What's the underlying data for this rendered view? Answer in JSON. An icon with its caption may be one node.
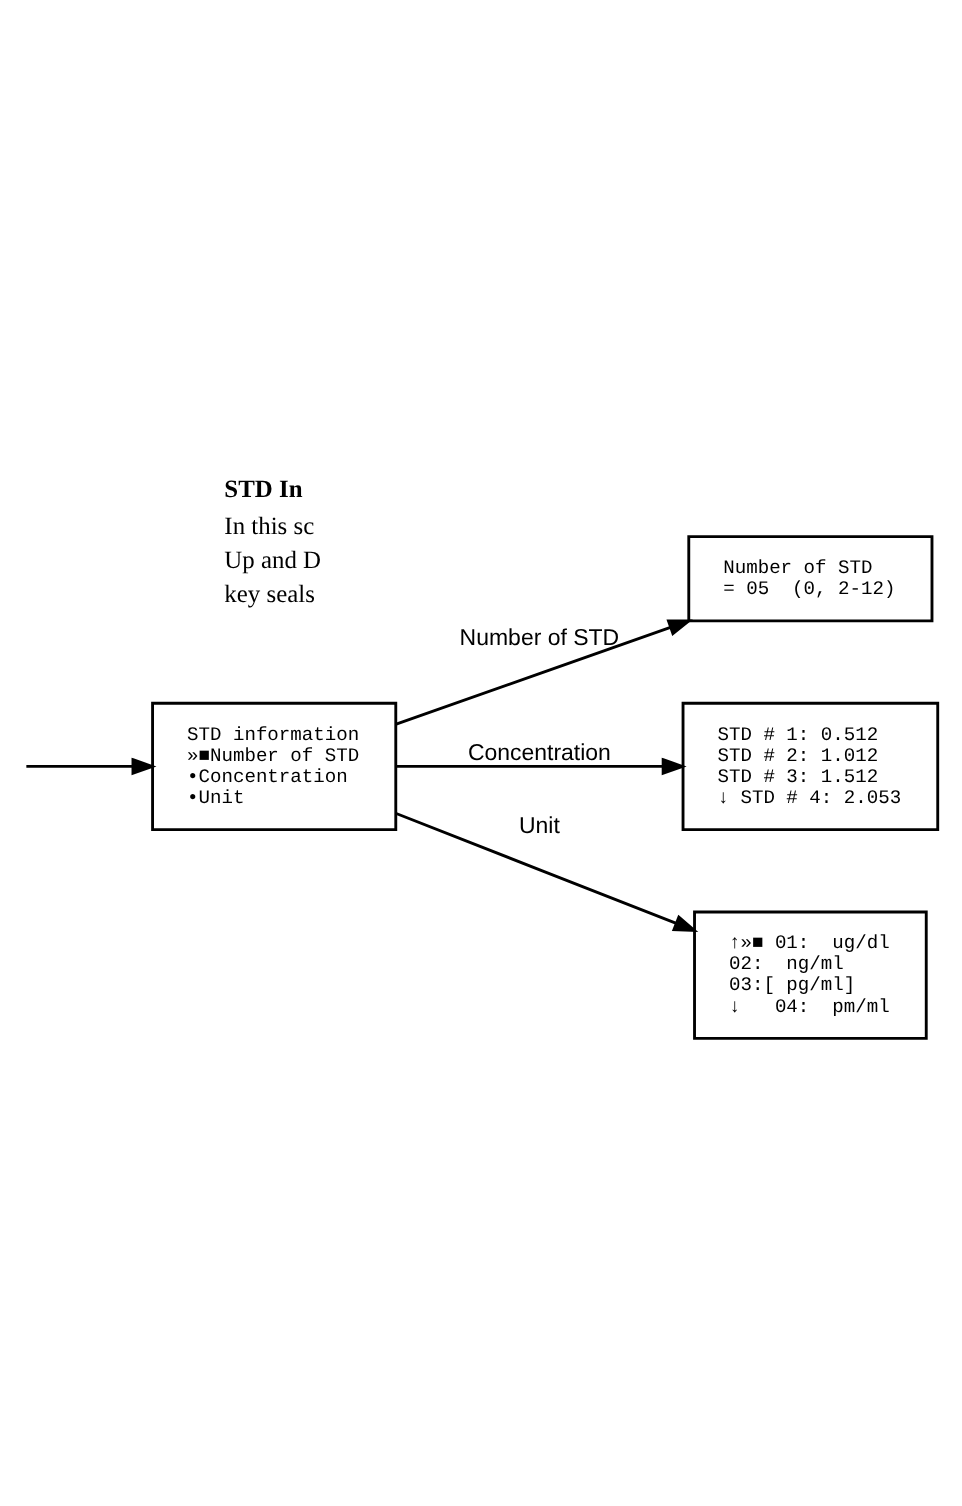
{
  "diagram": {
    "nodes": [
      {
        "text": [
          "STD information",
          "»■Number of STD",
          "•Concentration",
          "•Unit"
        ]
      },
      {
        "text": [
          "Number of STD",
          "= 05  (0, 2-12)"
        ]
      },
      {
        "text": [
          "STD # 1: 0.512",
          "STD # 2: 1.012",
          "STD # 3: 1.512",
          "↓ STD # 4: 2.053"
        ]
      },
      {
        "text": [
          "↑»■ 01:  ug/dl",
          "02:  ng/ml",
          "03:[ pg/ml]",
          "↓   04:  pm/ml"
        ]
      }
    ],
    "edges": [
      {
        "from": null,
        "to": 0,
        "arrow": "to"
      },
      {
        "from": 0,
        "to": 1,
        "arrow": "to",
        "label": "Number of STD"
      },
      {
        "from": 0,
        "to": 2,
        "arrow": "to",
        "label": "Concentration"
      },
      {
        "from": 0,
        "to": 3,
        "arrow": "to",
        "label": "Unit"
      }
    ],
    "labels": [
      "**STD In**",
      "In this sc",
      "Up and D",
      "key seals"
    ]
  }
}
